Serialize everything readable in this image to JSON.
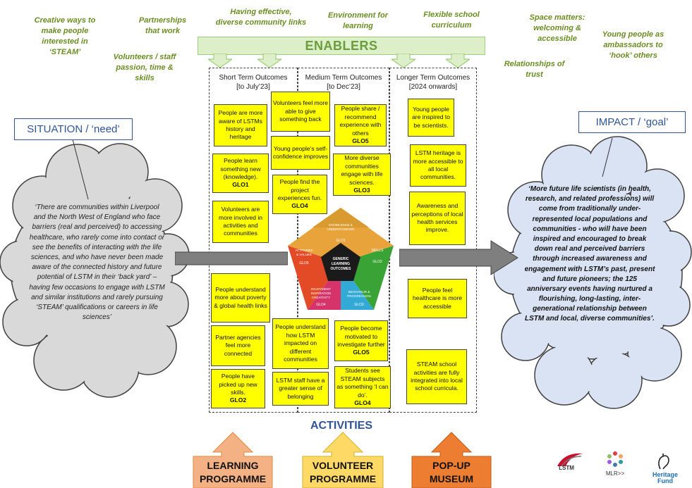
{
  "enablers": {
    "items": [
      "Creative ways to\nmake people\ninterested in\n‘STEAM’",
      "Partnerships\nthat work",
      "Volunteers / staff\npassion, time &\nskills",
      "Having effective,\ndiverse community links",
      "Environment for\nlearning",
      "Flexible school\ncurriculum",
      "Space matters:\nwelcoming &\naccessible",
      "Young people as\nambassadors to\n‘hook’ others",
      "Relationships of\ntrust"
    ],
    "banner_label": "ENABLERS",
    "banner_color": "#dcefc8"
  },
  "columns": {
    "short": "Short Term Outcomes\n[to July’23]",
    "medium": "Medium Term Outcomes\n[to Dec’23]",
    "long": "Longer Term Outcomes\n[2024 onwards]"
  },
  "outcomes": {
    "s1": {
      "text": "People are more aware of LSTMs history and heritage",
      "code": ""
    },
    "s2": {
      "text": "People learn something new (knowledge).",
      "code": "GLO1"
    },
    "s3": {
      "text": "Volunteers are more involved in activities and communities",
      "code": ""
    },
    "s4": {
      "text": "People understand more about poverty & global health links",
      "code": ""
    },
    "s5": {
      "text": "Partner agencies feel more connected",
      "code": ""
    },
    "s6": {
      "text": "People have picked up new skills.",
      "code": "GLO2"
    },
    "m1": {
      "text": "Volunteers feel more able to give something back",
      "code": ""
    },
    "m2": {
      "text": "Young people’s self-confidence improves",
      "code": ""
    },
    "m3": {
      "text": "People find the project experiences fun.",
      "code": "GLO4"
    },
    "m4": {
      "text": "People understand how LSTM impacted on different communities",
      "code": ""
    },
    "m5": {
      "text": "LSTM staff have a greater sense of belonging",
      "code": ""
    },
    "m6": {
      "text": "People share / recommend experience with others",
      "code": "GLO5"
    },
    "m7": {
      "text": "More diverse communities engage with life sciences.",
      "code": "GLO3"
    },
    "m8": {
      "text": "People become motivated to investigate further",
      "code": "GLO5"
    },
    "m9": {
      "text": "Students see STEAM subjects as something ‘I can do’.",
      "code": "GLO4"
    },
    "l1": {
      "text": "Young people are inspired to be scientists.",
      "code": ""
    },
    "l2": {
      "text": "LSTM heritage is more accessible to all local communities.",
      "code": ""
    },
    "l3": {
      "text": "Awareness and perceptions of local health services improve.",
      "code": ""
    },
    "l4": {
      "text": "People feel healthcare is more accessible",
      "code": ""
    },
    "l5": {
      "text": "STEAM school activities are fully integrated into local school curricula.",
      "code": ""
    }
  },
  "glo": {
    "center": "GENERIC\nLEARNING\nOUTCOMES",
    "segments": [
      {
        "title": "KNOWLEDGE &\nUNDERSTANDING",
        "code": "GLO1",
        "color": "#e8a33a"
      },
      {
        "title": "SKILLS",
        "code": "GLO2",
        "color": "#3aa335"
      },
      {
        "title": "BEHAVIOUR &\nPROGRESSION",
        "code": "GLO3",
        "color": "#33a9d6"
      },
      {
        "title": "ENJOYMENT\nINSPIRATION\nCREATIVITY",
        "code": "GLO4",
        "color": "#d6336b"
      },
      {
        "title": "ATTITUDES\n& VALUES",
        "code": "GLO5",
        "color": "#e34b26"
      }
    ]
  },
  "situation": {
    "title": "SITUATION / ‘need’",
    "text": "‘There are communities within Liverpool and the North West of England who face barriers (real and perceived) to accessing healthcare, who rarely come into contact or see the benefits of interacting with the life sciences, and who have never been made aware of the connected history and future potential of LSTM in their ‘back yard’ – having few occasions to engage with LSTM and similar institutions and rarely pursuing ‘STEAM’ qualifications or careers in life sciences’",
    "cloud_color": "#d9d9d9"
  },
  "impact": {
    "title": "IMPACT / ‘goal’",
    "text": "‘More future life scientists (in health, research, and related professions) will come from traditionally under-represented local populations and communities - who will have been inspired and encouraged to break down real and perceived barriers through increased awareness and engagement with LSTM’s past, present and future pioneers; the 125 anniversary events having nurtured a flourishing, long-lasting, inter-generational relationship between LSTM and local, diverse communities’.",
    "cloud_color": "#dae3f3"
  },
  "activities": {
    "label": "ACTIVITIES",
    "items": [
      {
        "label": "LEARNING\nPROGRAMME",
        "color": "#f4b183"
      },
      {
        "label": "VOLUNTEER\nPROGRAMME",
        "color": "#ffd966"
      },
      {
        "label": "POP-UP\nMUSEUM",
        "color": "#ed7d31"
      }
    ]
  },
  "logos": {
    "lstm": "LSTM",
    "mlr": "MLR>>",
    "heritage_line1": "Heritage",
    "heritage_line2": "Fund"
  }
}
